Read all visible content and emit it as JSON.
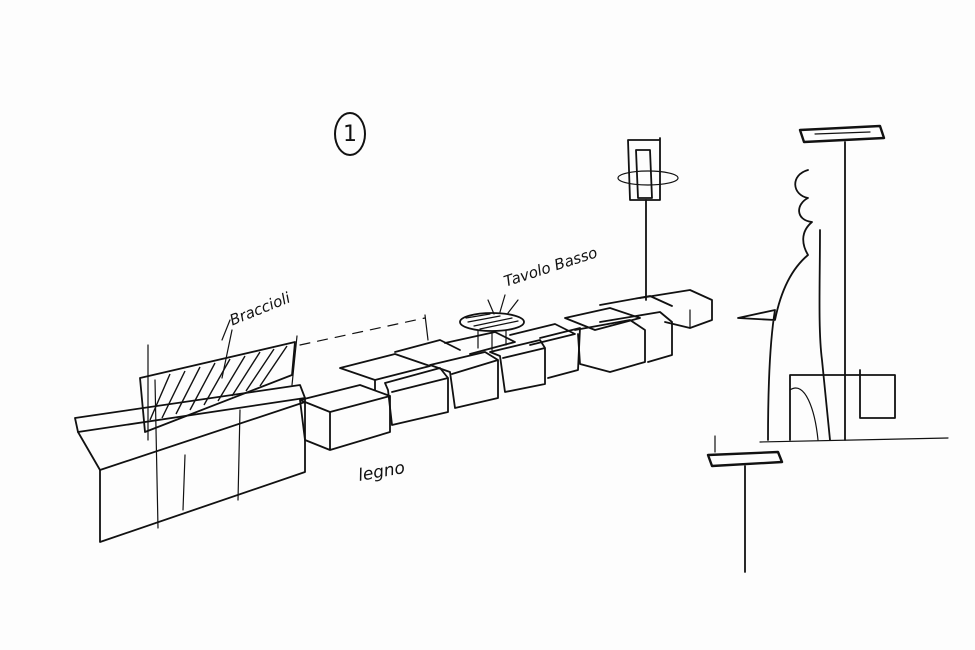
{
  "sketch": {
    "number": "1",
    "labels": {
      "braccioli": "Braccioli",
      "tavolo": "Tavolo Basso",
      "legno": "legno"
    }
  },
  "colors": {
    "ink": "#111111",
    "paper": "#fdfdfd"
  }
}
